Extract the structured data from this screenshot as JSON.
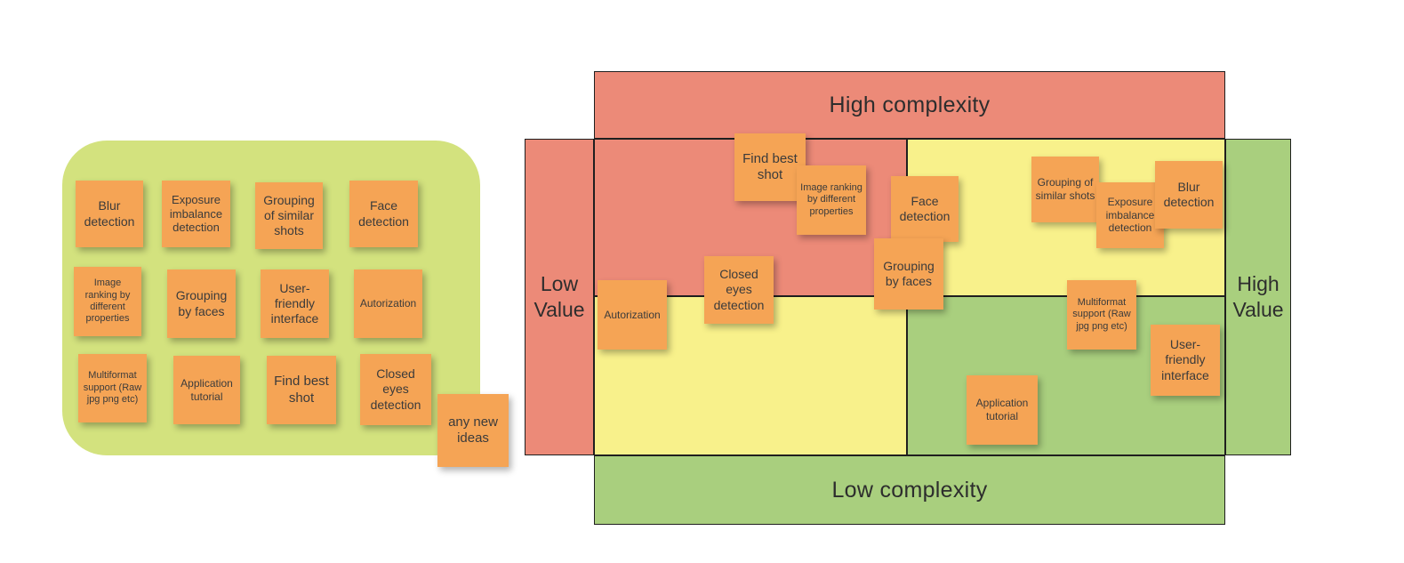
{
  "colors": {
    "background": "#ffffff",
    "panel_green": "#d3e27e",
    "sticky_orange": "#f5a455",
    "zone_red": "#ec8a78",
    "zone_yellow": "#f8f18b",
    "zone_green": "#a9cf7e",
    "outline": "#1f1f1f",
    "note_text": "#3b3b3b",
    "label_text": "#2d2d2d"
  },
  "board": {
    "panel": {
      "notes": [
        {
          "label": "Blur detection"
        },
        {
          "label": "Exposure imbalance detection"
        },
        {
          "label": "Grouping of similar shots"
        },
        {
          "label": "Face detection"
        },
        {
          "label": "Image ranking by different properties"
        },
        {
          "label": "Grouping by faces"
        },
        {
          "label": "User-friendly interface"
        },
        {
          "label": "Autorization"
        },
        {
          "label": "Multiformat support (Raw jpg png etc)"
        },
        {
          "label": "Application tutorial"
        },
        {
          "label": "Find best shot"
        },
        {
          "label": "Closed eyes detection"
        }
      ]
    },
    "idea_note": {
      "label": "any new ideas"
    },
    "matrix": {
      "top_band": "High complexity",
      "bottom_band": "Low complexity",
      "left_band": "Low Value",
      "right_band": "High Value",
      "notes": [
        {
          "label": "Find best shot"
        },
        {
          "label": "Image ranking by different properties"
        },
        {
          "label": "Face detection"
        },
        {
          "label": "Grouping of similar shots"
        },
        {
          "label": "Exposure imbalance detection"
        },
        {
          "label": "Blur detection"
        },
        {
          "label": "Closed eyes detection"
        },
        {
          "label": "Grouping by faces"
        },
        {
          "label": "Autorization"
        },
        {
          "label": "Multiformat support (Raw jpg png etc)"
        },
        {
          "label": "User-friendly interface"
        },
        {
          "label": "Application tutorial"
        }
      ]
    }
  }
}
